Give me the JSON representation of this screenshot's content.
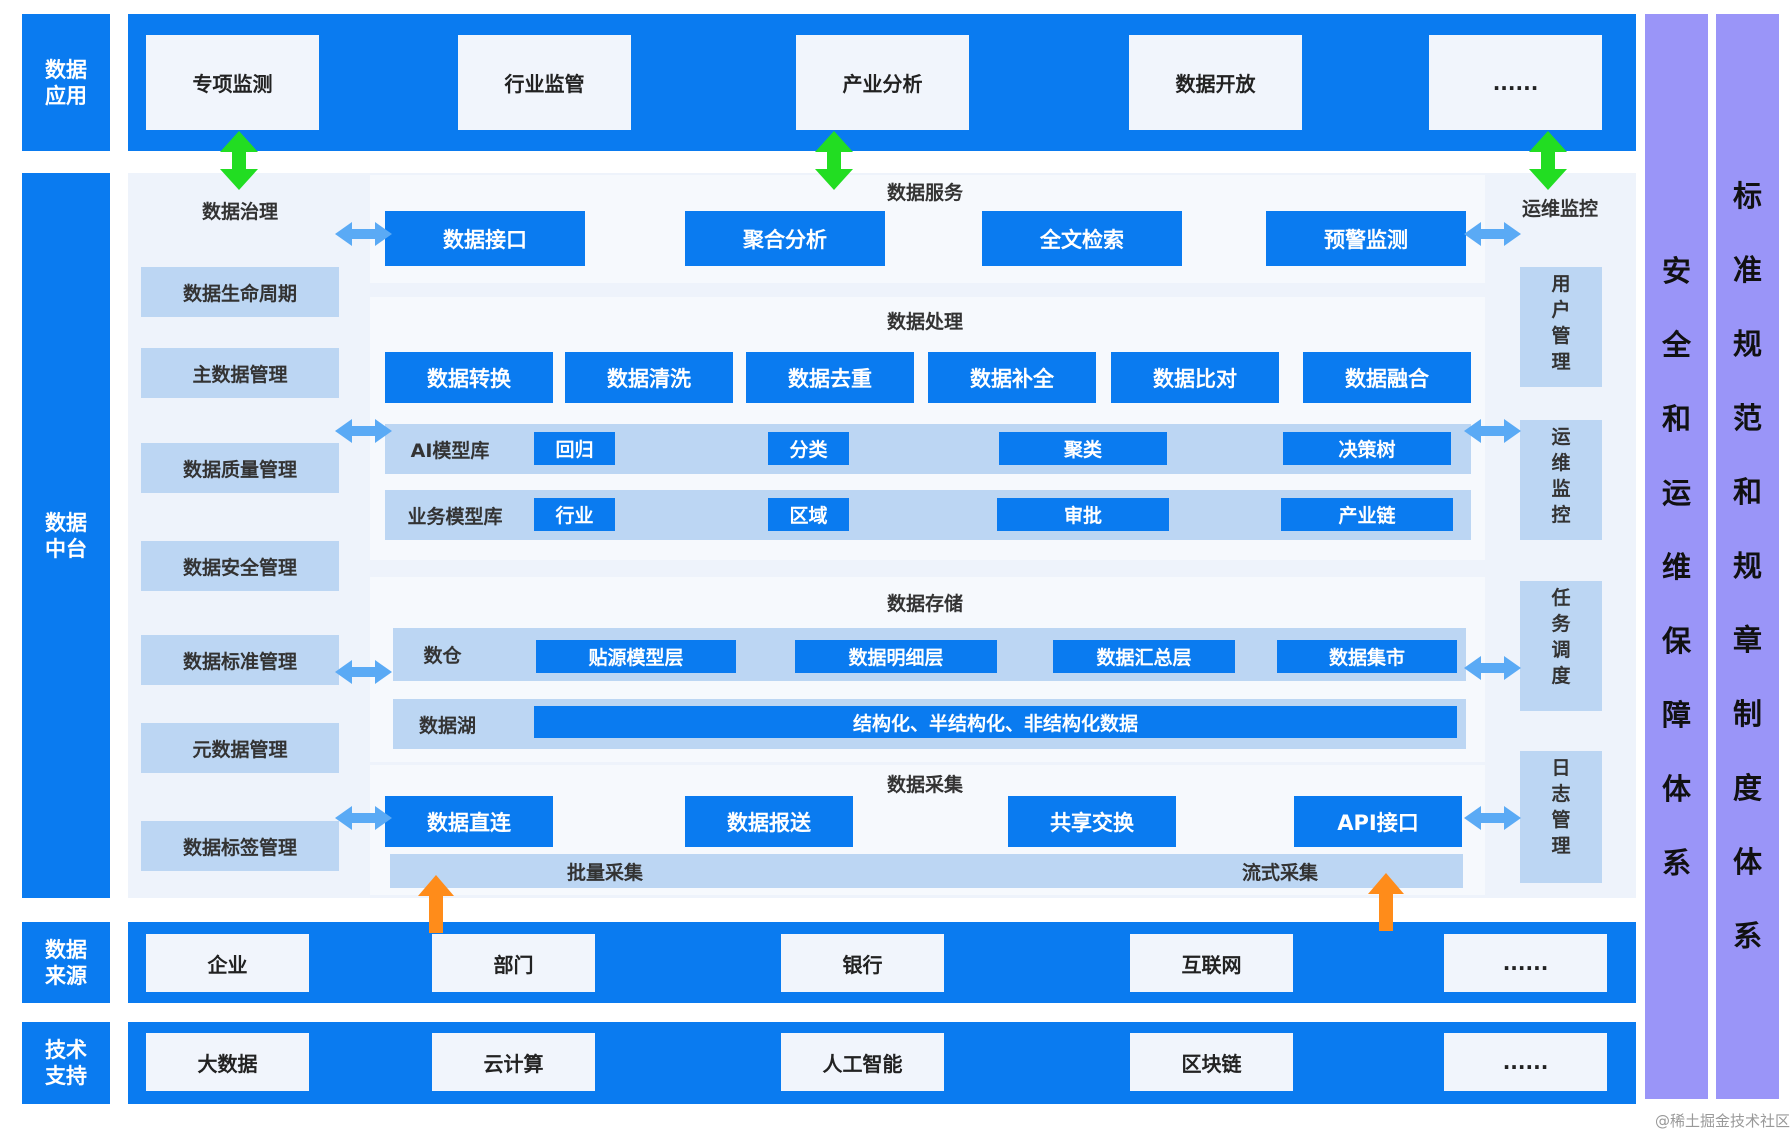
{
  "colors": {
    "primary_blue": "#0a7bf0",
    "light_blue": "#bcd6f3",
    "pale_panel": "#eef3fb",
    "purple": "#9a95f8",
    "green_arrow": "#22dd22",
    "orange_arrow": "#ff8c1a"
  },
  "labels": {
    "data_application": "数据\n应用",
    "data_middle": "数据\n中台",
    "data_source": "数据\n来源",
    "tech_support": "技术\n支持"
  },
  "app_layer": [
    "专项监测",
    "行业监管",
    "产业分析",
    "数据开放",
    "......"
  ],
  "governance": {
    "title": "数据治理",
    "items": [
      "数据生命周期",
      "主数据管理",
      "数据质量管理",
      "数据安全管理",
      "数据标准管理",
      "元数据管理",
      "数据标签管理"
    ]
  },
  "service": {
    "title": "数据服务",
    "items": [
      "数据接口",
      "聚合分析",
      "全文检索",
      "预警监测"
    ]
  },
  "processing": {
    "title": "数据处理",
    "items": [
      "数据转换",
      "数据清洗",
      "数据去重",
      "数据补全",
      "数据比对",
      "数据融合"
    ],
    "ai_models": {
      "label": "AI模型库",
      "items": [
        "回归",
        "分类",
        "聚类",
        "决策树"
      ]
    },
    "business_models": {
      "label": "业务模型库",
      "items": [
        "行业",
        "区域",
        "审批",
        "产业链"
      ]
    }
  },
  "storage": {
    "title": "数据存储",
    "warehouse": {
      "label": "数仓",
      "items": [
        "贴源模型层",
        "数据明细层",
        "数据汇总层",
        "数据集市"
      ]
    },
    "lake": {
      "label": "数据湖",
      "content": "结构化、半结构化、非结构化数据"
    }
  },
  "collection": {
    "title": "数据采集",
    "items": [
      "数据直连",
      "数据报送",
      "共享交换",
      "API接口"
    ],
    "batch": "批量采集",
    "stream": "流式采集"
  },
  "ops": {
    "title": "运维监控",
    "items": [
      "用户管理",
      "运维监控",
      "任务调度",
      "日志管理"
    ]
  },
  "sources": [
    "企业",
    "部门",
    "银行",
    "互联网",
    "......"
  ],
  "tech": [
    "大数据",
    "云计算",
    "人工智能",
    "区块链",
    "......"
  ],
  "security_system": "安全和运维保障体系",
  "standards_system": "标准规范和规章制度体系",
  "watermark": "@稀土掘金技术社区"
}
